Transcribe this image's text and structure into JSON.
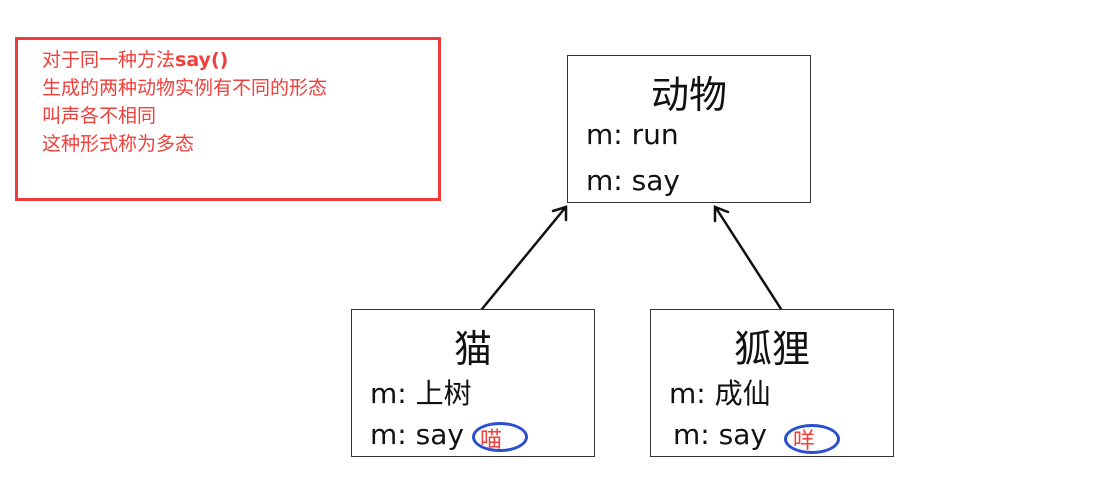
{
  "note": {
    "lines": [
      {
        "text": "对于同一种方法",
        "code": "say()"
      },
      {
        "text": "生成的两种动物实例有不同的形态",
        "code": ""
      },
      {
        "text": "叫声各不相同",
        "code": ""
      },
      {
        "text": "这种形式称为多态",
        "code": ""
      }
    ],
    "border_color": "#f23a3a",
    "text_color": "#f0403c"
  },
  "classes": {
    "animal": {
      "name": "动物",
      "methods": [
        "m: run",
        "m: say"
      ]
    },
    "cat": {
      "name": "猫",
      "methods": [
        "m: 上树",
        "m: say"
      ],
      "sound": "喵"
    },
    "fox": {
      "name": "狐狸",
      "methods": [
        "m: 成仙",
        "m: say"
      ],
      "sound": "咩"
    }
  },
  "relations": [
    {
      "from": "cat",
      "to": "animal",
      "type": "inheritance-arrow"
    },
    {
      "from": "fox",
      "to": "animal",
      "type": "inheritance-arrow"
    }
  ],
  "annotation_color": "#2a4fd0"
}
